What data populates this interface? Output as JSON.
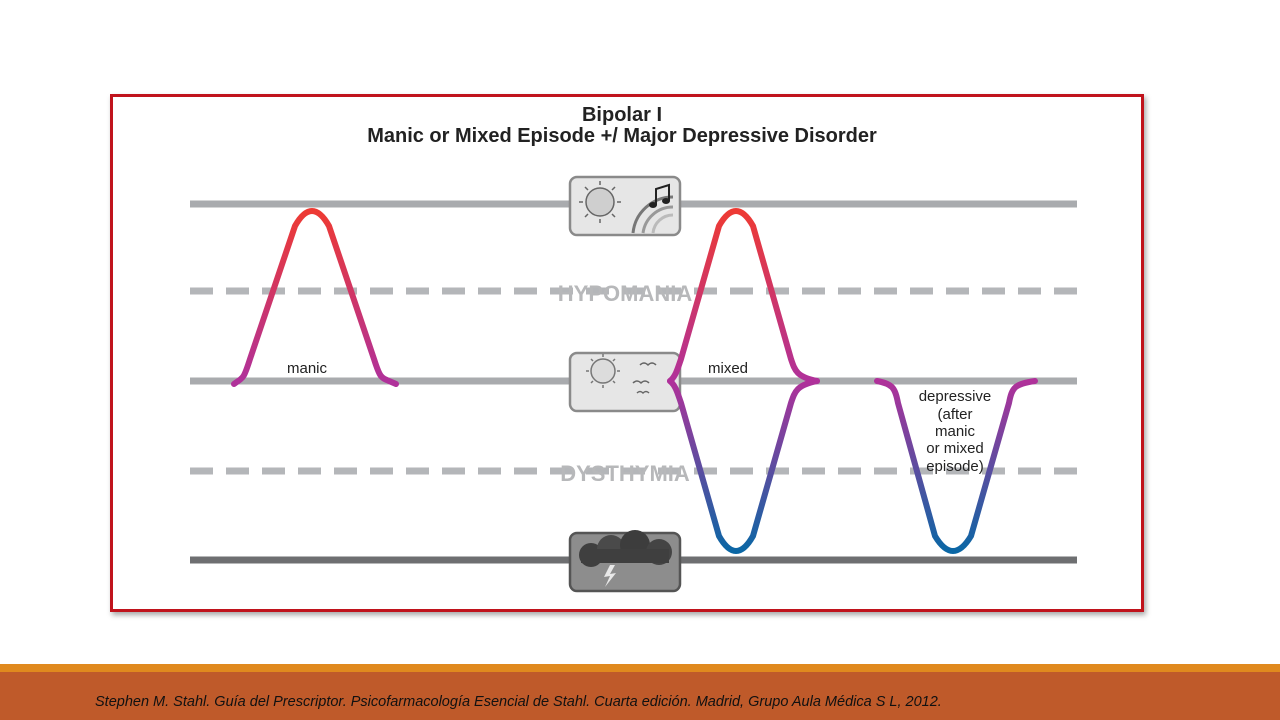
{
  "diagram": {
    "title": "Bipolar I",
    "subtitle": "Manic or Mixed Episode +/ Major Depressive Disorder",
    "zone_labels": {
      "hypomania": "HYPOMANIA",
      "dysthymia": "DYSTHYMIA"
    },
    "episode_labels": {
      "manic": "manic",
      "mixed": "mixed",
      "depressive": [
        "depressive",
        "(after",
        "manic",
        "or mixed",
        "episode)"
      ]
    },
    "icons": [
      "sun-music-icon",
      "sun-birds-icon",
      "storm-cloud-icon"
    ],
    "colors": {
      "frame": "#c0131c",
      "mood_high": "#ee3a33",
      "mood_mid": "#b0319a",
      "mood_low": "#0a67a5",
      "baseline": "#a9abae",
      "footer": "#bf5a2a",
      "footer_accent": "#e0891e"
    }
  },
  "footer": {
    "citation": "Stephen M. Stahl. Guía del Prescriptor. Psicofarmacología Esencial de Stahl. Cuarta edición. Madrid, Grupo Aula Médica S L, 2012."
  }
}
